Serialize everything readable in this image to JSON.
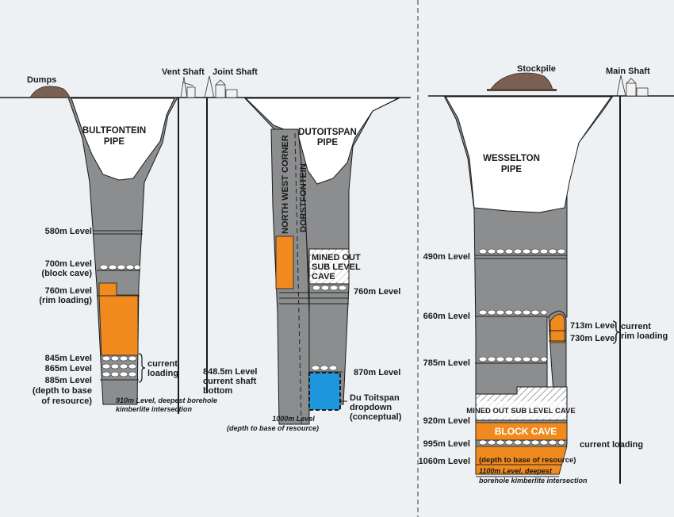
{
  "colors": {
    "background": "#eef1f3",
    "rock": "#8c8d8f",
    "crater": "#ffffff",
    "orange": "#f08a1e",
    "blue": "#1e96dd",
    "dump": "#7a5f52",
    "line": "#1a1a1a"
  },
  "left_panel": {
    "surface": {
      "dumps": "Dumps",
      "vent_shaft": "Vent Shaft",
      "joint_shaft": "Joint Shaft"
    },
    "bultfontein": {
      "name_line1": "BULTFONTEIN",
      "name_line2": "PIPE",
      "levels": {
        "l580": "580m Level",
        "l700a": "700m Level",
        "l700b": "(block cave)",
        "l760a": "760m Level",
        "l760b": "(rim loading)",
        "l845": "845m Level",
        "l865": "865m Level",
        "l885a": "885m Level",
        "l885b": "(depth to base",
        "l885c": "of resource)"
      },
      "current_loading_1": "current",
      "current_loading_2": "loading",
      "borehole_1": "910m Level, deepest borehole",
      "borehole_2": "kimberlite intersection",
      "shaft_bottom_1": "848.5m Level",
      "shaft_bottom_2": "current shaft",
      "shaft_bottom_3": "bottom"
    },
    "dutoitspan": {
      "name_line1": "DUTOITSPAN",
      "name_line2": "PIPE",
      "nw_corner": "NORTH WEST CORNER",
      "dorstfontein": "DORSTFONTEIN",
      "mined_out_1": "MINED OUT",
      "mined_out_2": "SUB LEVEL",
      "mined_out_3": "CAVE",
      "l760": "760m Level",
      "l870": "870m Level",
      "dropdown_1": "Du Toitspan",
      "dropdown_2": "dropdown",
      "dropdown_3": "(conceptual)",
      "base_1": "1000m Level",
      "base_2": "(depth to base of resource)"
    }
  },
  "right_panel": {
    "surface": {
      "stockpile": "Stockpile",
      "main_shaft": "Main Shaft"
    },
    "wesselton": {
      "name_line1": "WESSELTON",
      "name_line2": "PIPE",
      "levels": {
        "l490": "490m Level",
        "l660": "660m Level",
        "l785": "785m Level",
        "l920": "920m Level",
        "l995": "995m Level",
        "l1060": "1060m Level"
      },
      "l713": "713m Level",
      "l730": "730m Level",
      "rim_1": "current",
      "rim_2": "rim loading",
      "mined_out": "MINED OUT SUB LEVEL CAVE",
      "block_cave": "BLOCK CAVE",
      "current_loading": "current loading",
      "base": "(depth to base of resource)",
      "borehole_1": "1100m Level, deepest",
      "borehole_2": "borehole kimberlite intersection"
    }
  }
}
